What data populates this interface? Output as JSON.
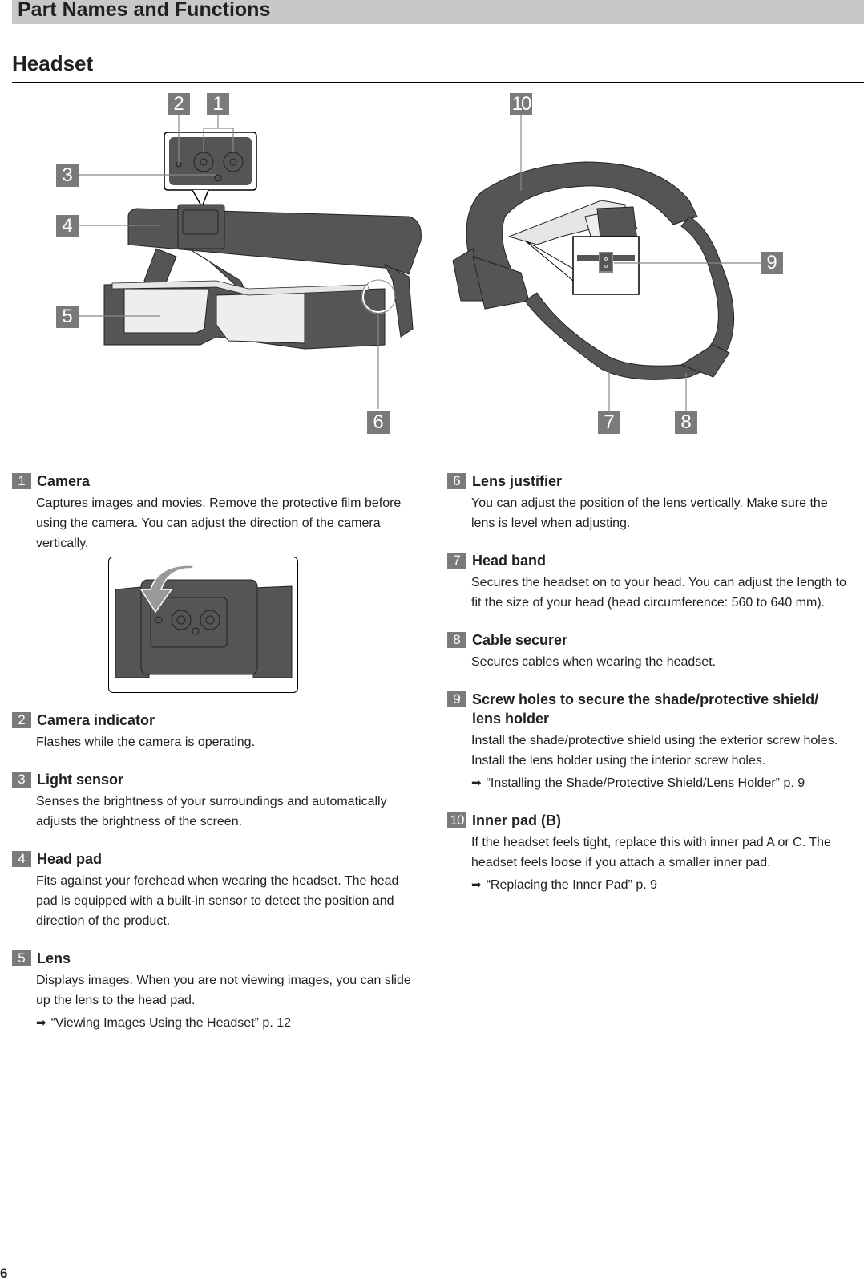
{
  "header": {
    "section_title": "Part Names and Functions",
    "page_heading": "Headset"
  },
  "figures": {
    "front_view": {
      "callouts": [
        "2",
        "1",
        "3",
        "4",
        "5",
        "6"
      ]
    },
    "rear_view": {
      "callouts": [
        "10",
        "9",
        "7",
        "8"
      ]
    },
    "camera_detail": {
      "description": "Camera tilt illustration with curved arrow"
    }
  },
  "colors": {
    "section_bar": "#c8c8c8",
    "callout_badge": "#7a7a7a",
    "device_body": "#555555",
    "lens": "#eeeeee",
    "text": "#231f20"
  },
  "parts": [
    {
      "number": "1",
      "name": "Camera",
      "description": "Captures images and movies. Remove the protective film before using the camera. You can adjust the direction of the camera vertically."
    },
    {
      "number": "2",
      "name": "Camera indicator",
      "description": "Flashes while the camera is operating."
    },
    {
      "number": "3",
      "name": "Light sensor",
      "description": "Senses the brightness of your surroundings and automatically adjusts the brightness of the screen."
    },
    {
      "number": "4",
      "name": "Head pad",
      "description": "Fits against your forehead when wearing the headset. The head pad is equipped with a built-in sensor to detect the position and direction of the product."
    },
    {
      "number": "5",
      "name": "Lens",
      "description": "Displays images. When you are not viewing images, you can slide up the lens to the head pad.",
      "link": "“Viewing Images Using the Headset” p. 12"
    },
    {
      "number": "6",
      "name": "Lens justifier",
      "description": "You can adjust the position of the lens vertically. Make sure the lens is level when adjusting."
    },
    {
      "number": "7",
      "name": "Head band",
      "description": "Secures the headset on to your head. You can adjust the length to fit the size of your head (head circumference: 560 to 640 mm)."
    },
    {
      "number": "8",
      "name": "Cable securer",
      "description": "Secures cables when wearing the headset."
    },
    {
      "number": "9",
      "name": "Screw holes to secure the shade/protective shield/ lens holder",
      "description": "Install the shade/protective shield using the exterior screw holes. Install the lens holder using the interior screw holes.",
      "link": "“Installing the Shade/Protective Shield/Lens Holder” p. 9"
    },
    {
      "number": "10",
      "name": "Inner pad (B)",
      "description": "If the headset feels tight, replace this with inner pad A or C. The headset feels loose if you attach a smaller inner pad.",
      "link": "“Replacing the Inner Pad” p. 9"
    }
  ],
  "footer": {
    "page_number": "6"
  }
}
